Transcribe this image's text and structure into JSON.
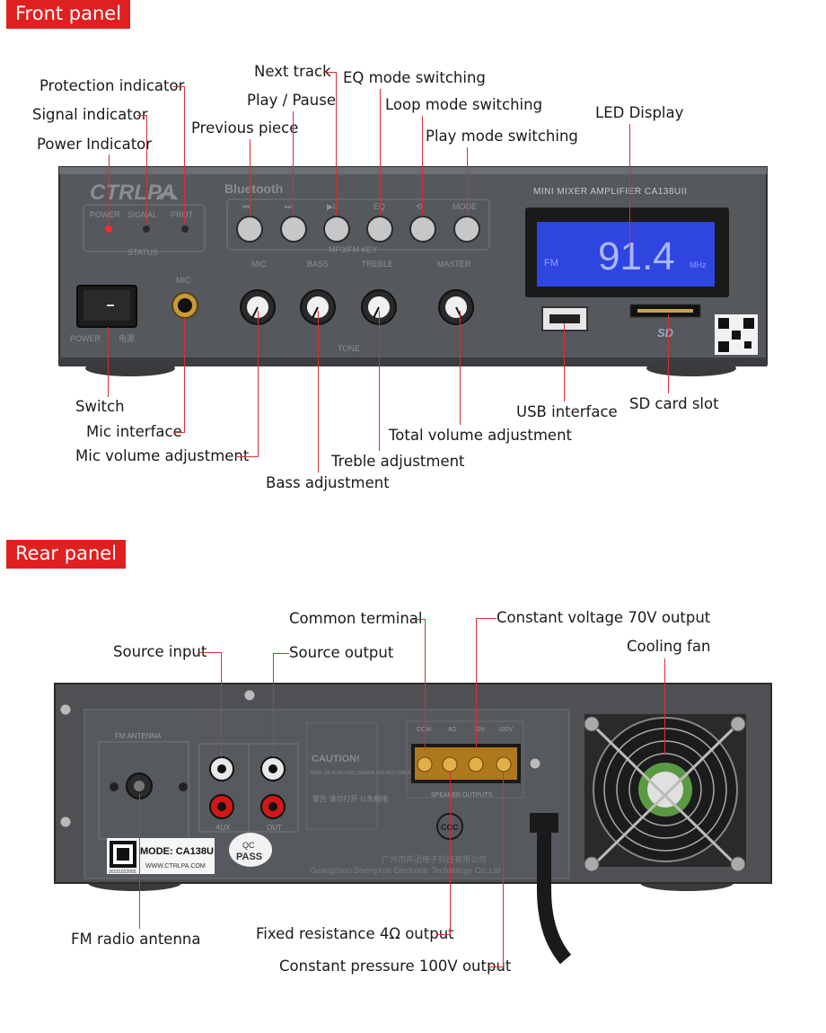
{
  "front_section": {
    "label": "Front panel"
  },
  "rear_section": {
    "label": "Rear panel"
  },
  "front_callouts": {
    "protection": "Protection indicator",
    "signal": "Signal indicator",
    "power": "Power Indicator",
    "previous": "Previous piece",
    "next": "Next track",
    "play_pause": "Play / Pause",
    "eq": "EQ mode switching",
    "loop": "Loop mode switching",
    "play_mode": "Play mode switching",
    "led": "LED Display",
    "switch": "Switch",
    "mic_interface": "Mic interface",
    "mic_volume": "Mic volume adjustment",
    "bass": "Bass adjustment",
    "treble": "Treble adjustment",
    "total_volume": "Total volume adjustment",
    "usb": "USB interface",
    "sd": "SD card slot"
  },
  "rear_callouts": {
    "common": "Common terminal",
    "cv70": "Constant voltage 70V output",
    "source_input": "Source input",
    "source_output": "Source output",
    "fan": "Cooling fan",
    "fm": "FM radio antenna",
    "fixed4": "Fixed resistance 4Ω output",
    "cp100": "Constant pressure 100V output"
  },
  "front_device": {
    "brand": "CTRLPA",
    "bluetooth": "Bluetooth",
    "model_title": "MINI MIXER AMPLIFIER   CA138UII",
    "status_labels": [
      "POWER",
      "SIGNAL",
      "PROT"
    ],
    "status_caption": "STATUS",
    "key_labels": [
      "⏮",
      "⏭",
      "▶II",
      "EQ",
      "⟲",
      "MODE"
    ],
    "key_caption": "MP3/FM KEY",
    "knob_labels": [
      "MIC",
      "BASS",
      "TREBLE",
      "MASTER"
    ],
    "tone_caption": "TONE",
    "power_caption": "POWER",
    "power_caption_cn": "电源",
    "mic_caption": "MIC",
    "display_band": "FM",
    "display_freq": "91.4",
    "display_unit": "MHz",
    "sd_logo": "SD"
  },
  "rear_device": {
    "fm_caption": "FM ANTENNA",
    "aux_caption": "AUX",
    "out_caption": "OUT",
    "caution_title": "CAUTION!",
    "caution_text": "RISK OF ELECTRIC SHOCK DO NOT OPEN",
    "caution_cn": "警告 请勿打开 以免触电",
    "terminal_labels": [
      "COM",
      "4Ω",
      "70V",
      "100V"
    ],
    "terminal_caption": "SPEAKER OUTPUTS",
    "model_label": "MODE: CA138U",
    "website": "WWW.CTRLPA.COM",
    "serial": "20151022055",
    "qc": "QC",
    "pass": "PASS",
    "company_cn": "广州市声迅电子科技有限公司",
    "company_en": "Guangzhou ShengXun Electronic Technology Co.,Ltd",
    "ccc": "CCC"
  },
  "colors": {
    "accent": "#e02020",
    "lead_line": "#d83030",
    "panel": "#4a4c50",
    "lcd": "#2f45e0"
  }
}
